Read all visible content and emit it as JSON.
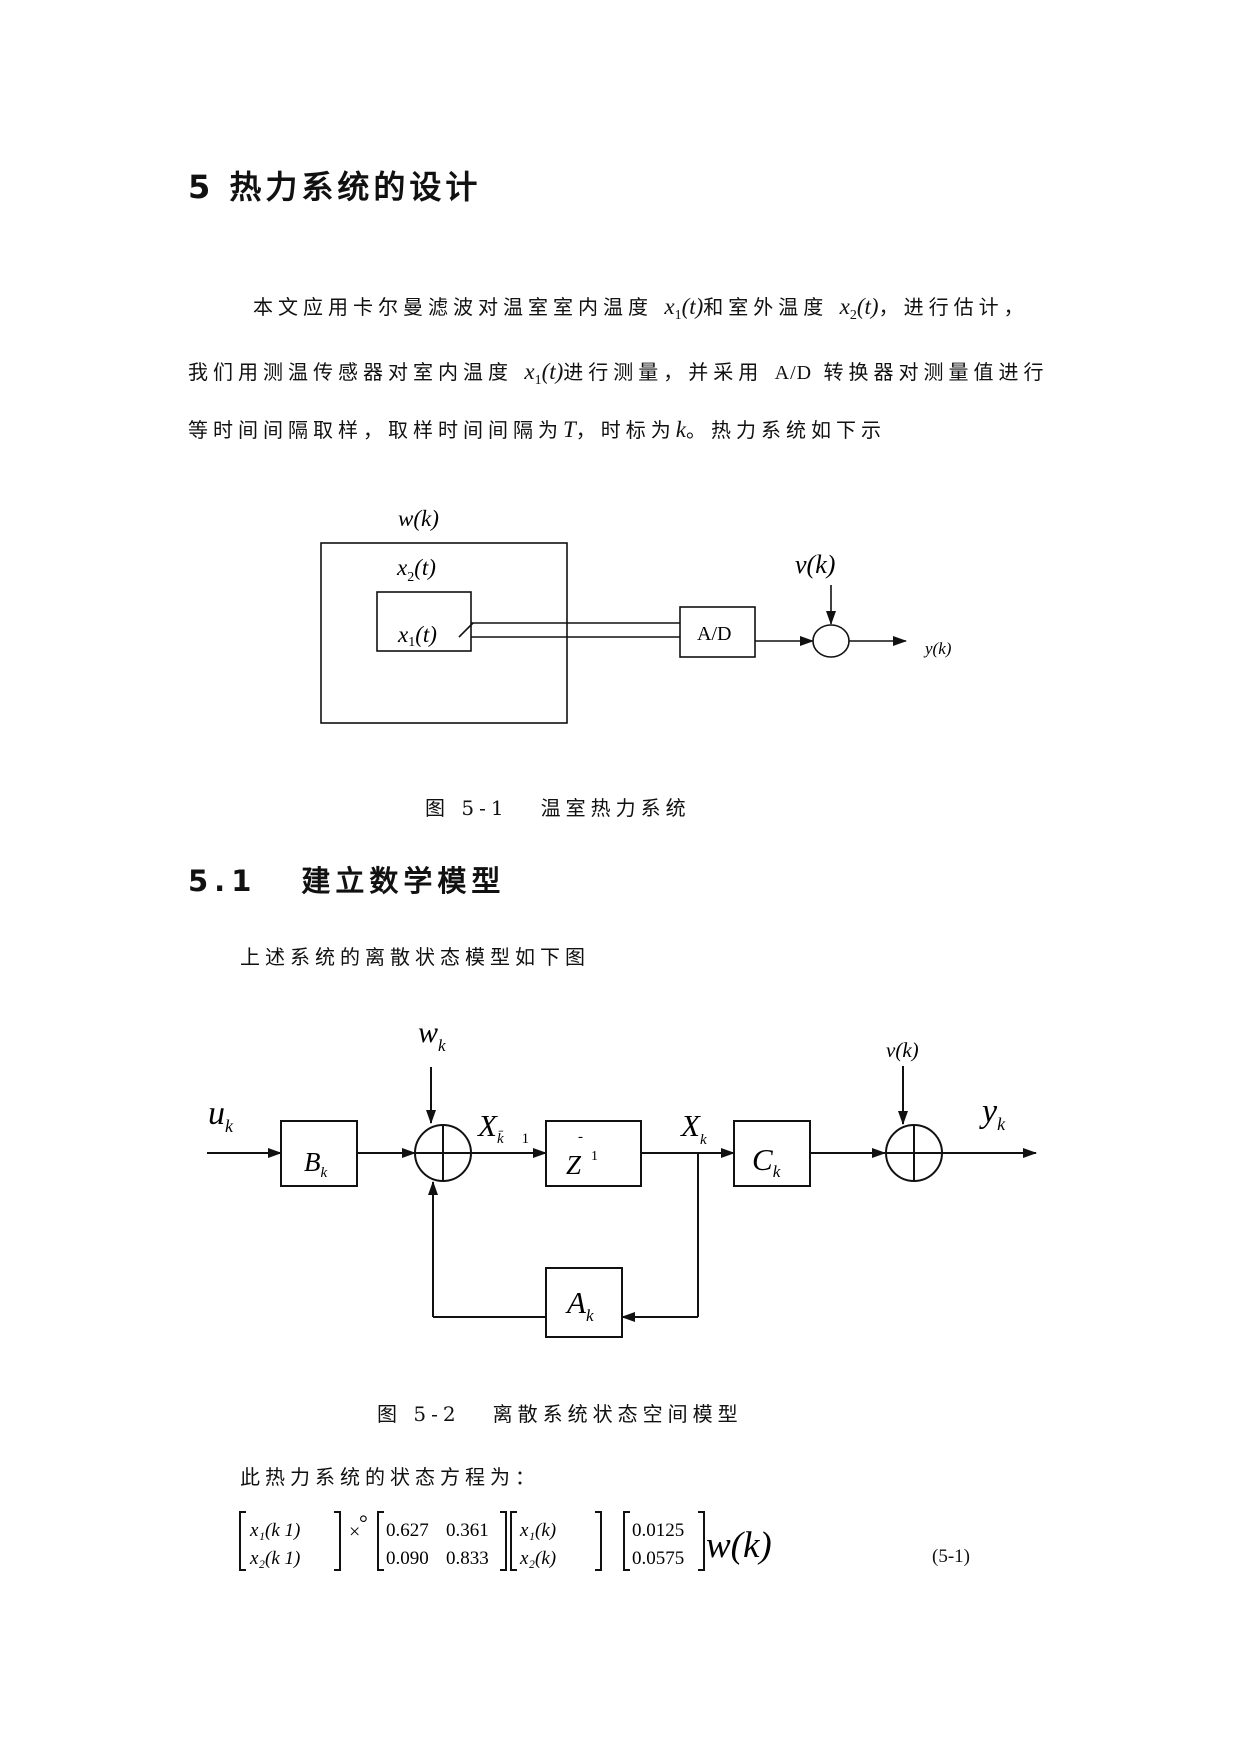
{
  "chapter_title": "5 热力系统的设计",
  "intro": {
    "line1_a": "本文应用卡尔曼滤波对温室室内温度",
    "line1_b": "和室外温度",
    "line1_c": "，进行估计，",
    "line2_a": "我们用测温传感器对室内温度",
    "line2_b": "进行测量，并采用",
    "line2_ad": "A/D",
    "line2_c": "转换器对测量值进行",
    "line3_a": "等时间间隔取样，取样时间间隔为",
    "line3_T": "T",
    "line3_b": "，时标为",
    "line3_k": "k",
    "line3_c": "。热力系统如下示"
  },
  "fig1": {
    "caption": "图 5-1",
    "caption_text": "温室热力系统",
    "labels": {
      "w_k": "w(k)",
      "x2_t": "x",
      "x2_sub": "2",
      "x2_arg": "(t)",
      "x1_t": "x",
      "x1_sub": "1",
      "x1_arg": "(t)",
      "ad": "A/D",
      "v_k": "v(k)",
      "y_k": "y(k)"
    }
  },
  "section": {
    "number": "5.1",
    "title": "建立数学模型"
  },
  "model_intro": "上述系统的离散状态模型如下图",
  "fig2": {
    "caption": "图 5-2",
    "caption_text": "离散系统状态空间模型",
    "labels": {
      "w": "w",
      "w_sub": "k",
      "v_k": "v(k)",
      "u": "u",
      "u_sub": "k",
      "B": "B",
      "B_sub": "k",
      "X_in": "X",
      "X_in_sup": "k̄",
      "X_in_1": "1",
      "Z": "Z",
      "Z_sup_bar": "-",
      "Z_sup": "1",
      "X_out": "X",
      "X_out_sub": "k",
      "C": "C",
      "C_sub": "k",
      "y": "y",
      "y_sub": "k",
      "A": "A",
      "A_sub": "k"
    }
  },
  "state_eq_intro": "此热力系统的状态方程为：",
  "equation": {
    "lhs_row1": "x₁(k  1)",
    "lhs_row2": "x₂(k  1)",
    "op": "×",
    "op2": "°",
    "m11": "0.627",
    "m12": "0.361",
    "m21": "0.090",
    "m22": "0.833",
    "rhs_row1": "x₁(k)",
    "rhs_row2": "x₂(k)",
    "g1": "0.0125",
    "g2": "0.0575",
    "w": "w(k)",
    "number": "(5-1)"
  }
}
